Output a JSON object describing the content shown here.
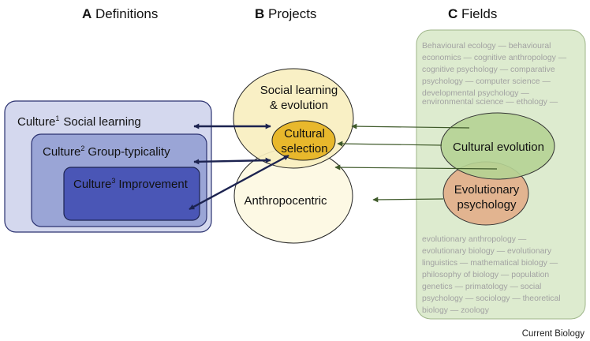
{
  "headers": {
    "a": {
      "letter": "A",
      "title": "Definitions"
    },
    "b": {
      "letter": "B",
      "title": "Projects"
    },
    "c": {
      "letter": "C",
      "title": "Fields"
    }
  },
  "definitions": {
    "culture1": {
      "word": "Culture",
      "sup": "1",
      "term": "Social learning"
    },
    "culture2": {
      "word": "Culture",
      "sup": "2",
      "term": "Group-typicality"
    },
    "culture3": {
      "word": "Culture",
      "sup": "3",
      "term": "Improvement"
    }
  },
  "projects": {
    "social_learning_line1": "Social learning",
    "social_learning_line2": "& evolution",
    "cultural_selection_line1": "Cultural",
    "cultural_selection_line2": "selection",
    "anthropocentric": "Anthropocentric"
  },
  "fields": {
    "cultural_evolution": "Cultural evolution",
    "evolutionary_psychology_line1": "Evolutionary",
    "evolutionary_psychology_line2": "psychology",
    "top_lines": [
      "Behavioural ecology — behavioural",
      "economics — cognitive anthropology —",
      "cognitive psychology — comparative",
      "psychology — computer science —",
      "developmental psychology —",
      "environmental science —  ethology —"
    ],
    "bottom_lines": [
      "evolutionary anthropology —",
      "evolutionary biology — evolutionary",
      "linguistics — mathematical biology —",
      "philosophy of biology — population",
      "genetics — primatology — social",
      "psychology — sociology — theoretical",
      "biology — zoology"
    ]
  },
  "credit": "Current Biology",
  "colors": {
    "box1": "#d4d8ee",
    "box2": "#9aa5d6",
    "box3": "#4a56b6",
    "social_learning_ellipse": "#f8efc0",
    "anthropocentric_ellipse": "#fdf9e4",
    "cultural_selection": "#e8b82c",
    "cultural_evolution": "#b5d394",
    "evolutionary_psychology": "#e2b490",
    "fields_panel": "#ddebcf",
    "arrow_dark": "#1c2350",
    "arrow_green": "#3f5a2a"
  }
}
